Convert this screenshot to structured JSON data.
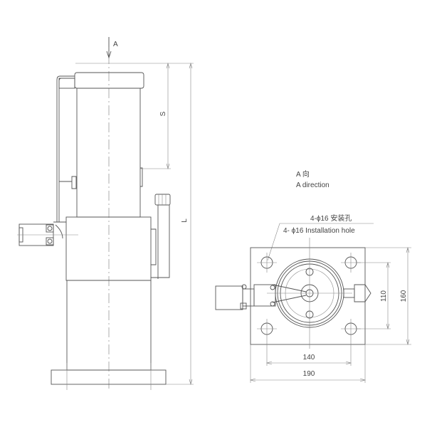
{
  "front_view": {
    "direction_label": "A",
    "stroke_label": "S",
    "length_label": "L"
  },
  "top_view": {
    "title_cn": "A 向",
    "title_en": "A direction",
    "hole_note_cn": "4-ϕ16 安装孔",
    "hole_note_en": "4- ϕ16 Installation hole",
    "dim_hole_spacing_x": "140",
    "dim_plate_width": "190",
    "dim_hole_spacing_y": "110",
    "dim_plate_depth": "160"
  },
  "colors": {
    "line": "#555555",
    "background": "#ffffff"
  }
}
